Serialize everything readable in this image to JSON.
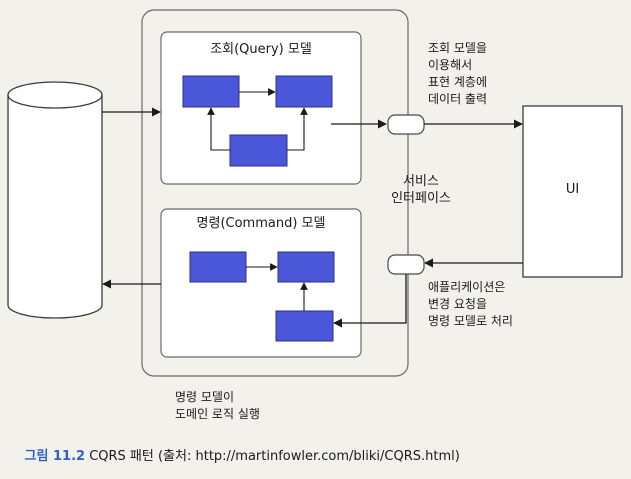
{
  "diagram": {
    "query_model": {
      "title": "조회(Query) 모델"
    },
    "command_model": {
      "title": "명령(Command) 모델"
    },
    "ui": {
      "label": "UI"
    },
    "service_interface": {
      "label": "서비스\n인터페이스"
    },
    "notes": {
      "query_output": "조회 모델을\n이용해서\n표현 계층에\n데이터 출력",
      "command_input": "애플리케이션은\n변경 요청을\n명령 모델로 처리",
      "command_domain": "명령 모델이\n도메인 로직 실행"
    }
  },
  "caption": {
    "figure_no": "그림 11.2",
    "text": " CQRS 패턴 (출처: http://martinfowler.com/bliki/CQRS.html)"
  },
  "colors": {
    "block_fill": "#4a57d8",
    "block_stroke": "#2a2f8a",
    "line": "#1a1a1a",
    "box_stroke": "#6a6a6a",
    "background": "#f3f1ec"
  }
}
